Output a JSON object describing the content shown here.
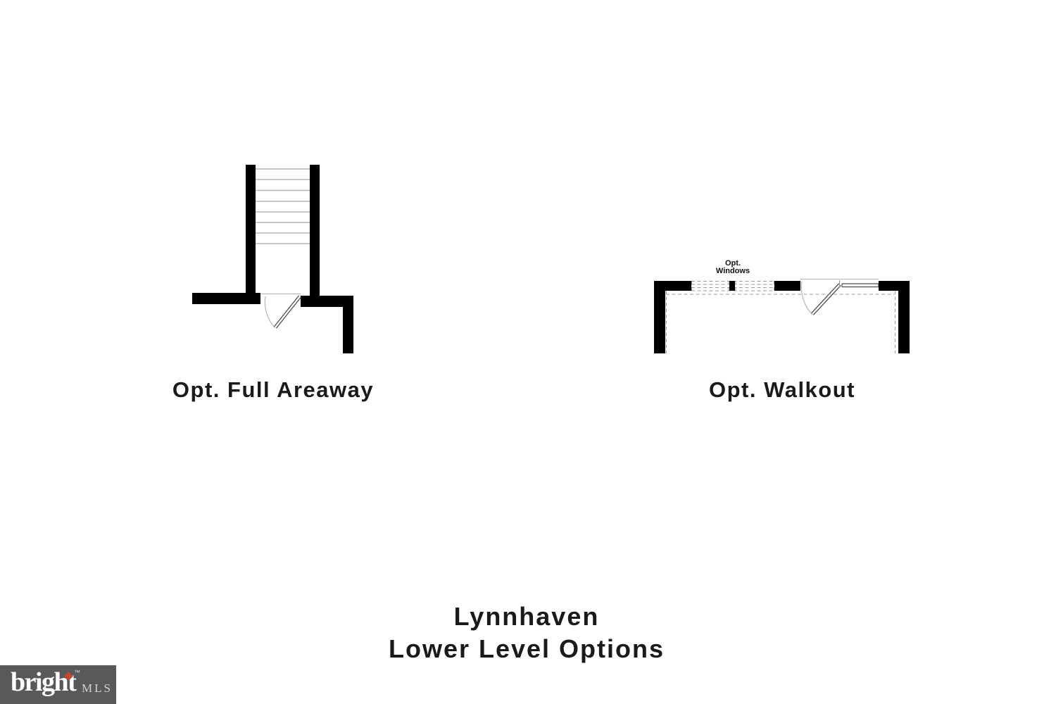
{
  "page": {
    "background": "#ffffff"
  },
  "diagrams": {
    "areaway": {
      "caption": "Opt. Full Areaway"
    },
    "walkout": {
      "caption": "Opt. Walkout",
      "windows_label": [
        "Opt.",
        "Windows"
      ]
    }
  },
  "footer_title": {
    "line1": "Lynnhaven",
    "line2": "Lower Level Options"
  },
  "logo": {
    "brand": "bright",
    "trademark": "™",
    "suffix": "MLS"
  },
  "colors": {
    "page_bg": "#ffffff",
    "wall": "#000000",
    "stair_tread": "#b5b5b5",
    "thin_line": "#b5b5b5",
    "dashed_line": "#9c9c9c",
    "door_line": "#4a4a4a",
    "logo_bg": "#58595b",
    "logo_text": "#ffffff",
    "logo_mls": "#d2d2d0",
    "logo_diamond": "#bf4a2d"
  }
}
